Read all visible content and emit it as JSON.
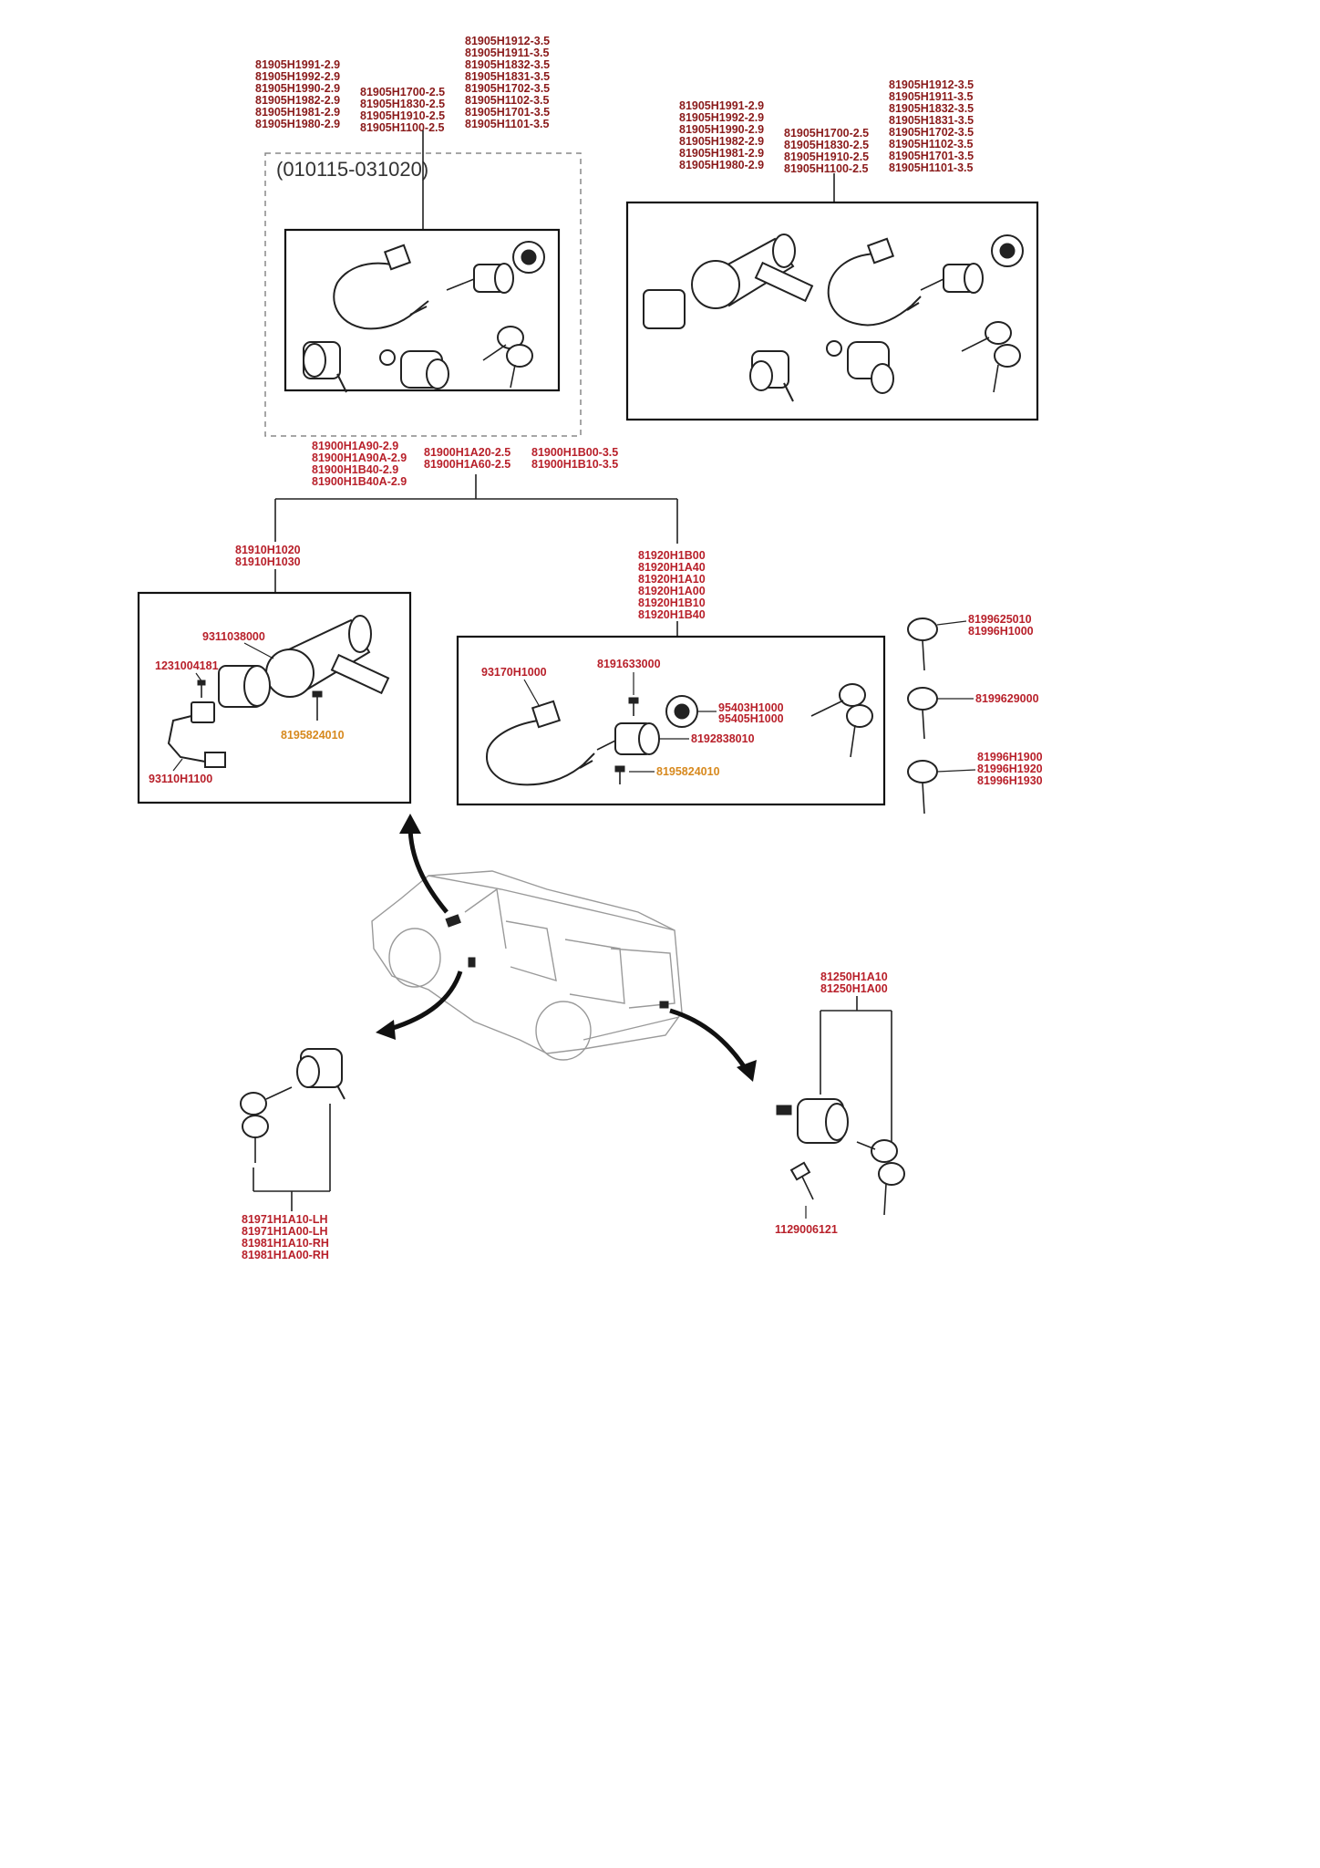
{
  "set_a": {
    "col1": [
      "81905H1991-2.9",
      "81905H1992-2.9",
      "81905H1990-2.9",
      "81905H1982-2.9",
      "81905H1981-2.9",
      "81905H1980-2.9"
    ],
    "col2": [
      "81905H1700-2.5",
      "81905H1830-2.5",
      "81905H1910-2.5",
      "81905H1100-2.5"
    ],
    "col3": [
      "81905H1912-3.5",
      "81905H1911-3.5",
      "81905H1832-3.5",
      "81905H1831-3.5",
      "81905H1702-3.5",
      "81905H1102-3.5",
      "81905H1701-3.5",
      "81905H1101-3.5"
    ],
    "date_range": "(010115-031020)"
  },
  "set_b": {
    "col1": [
      "81905H1991-2.9",
      "81905H1992-2.9",
      "81905H1990-2.9",
      "81905H1982-2.9",
      "81905H1981-2.9",
      "81905H1980-2.9"
    ],
    "col2": [
      "81905H1700-2.5",
      "81905H1830-2.5",
      "81905H1910-2.5",
      "81905H1100-2.5"
    ],
    "col3": [
      "81905H1912-3.5",
      "81905H1911-3.5",
      "81905H1832-3.5",
      "81905H1831-3.5",
      "81905H1702-3.5",
      "81905H1102-3.5",
      "81905H1701-3.5",
      "81905H1101-3.5"
    ]
  },
  "lock_set": {
    "col1": [
      "81900H1A90-2.9",
      "81900H1A90A-2.9",
      "81900H1B40-2.9",
      "81900H1B40A-2.9"
    ],
    "col2": [
      "81900H1A20-2.5",
      "81900H1A60-2.5"
    ],
    "col3": [
      "81900H1B00-3.5",
      "81900H1B10-3.5"
    ]
  },
  "ignition": {
    "header": [
      "81910H1020",
      "81910H1030"
    ],
    "p_9311038000": "9311038000",
    "p_1231004181": "1231004181",
    "p_8195824010": "8195824010",
    "p_93110H1100": "93110H1100"
  },
  "door_lock": {
    "header": [
      "81920H1B00",
      "81920H1A40",
      "81920H1A10",
      "81920H1A00",
      "81920H1B10",
      "81920H1B40"
    ],
    "p_93170H1000": "93170H1000",
    "p_8191633000": "8191633000",
    "p_95403": [
      "95403H1000",
      "95405H1000"
    ],
    "p_8192838010": "8192838010",
    "p_8195824010": "8195824010"
  },
  "keys": {
    "k1": [
      "8199625010",
      "81996H1000"
    ],
    "k2": "8199629000",
    "k3": [
      "81996H1900",
      "81996H1920",
      "81996H1930"
    ]
  },
  "side_door": [
    "81971H1A10-LH",
    "81971H1A00-LH",
    "81981H1A10-RH",
    "81981H1A00-RH"
  ],
  "tailgate": {
    "header": [
      "81250H1A10",
      "81250H1A00"
    ],
    "bolt": "1129006121"
  },
  "colors": {
    "part_number": "#8a1a1a",
    "part_number_light": "#b8202a",
    "highlight": "#d7891e"
  }
}
